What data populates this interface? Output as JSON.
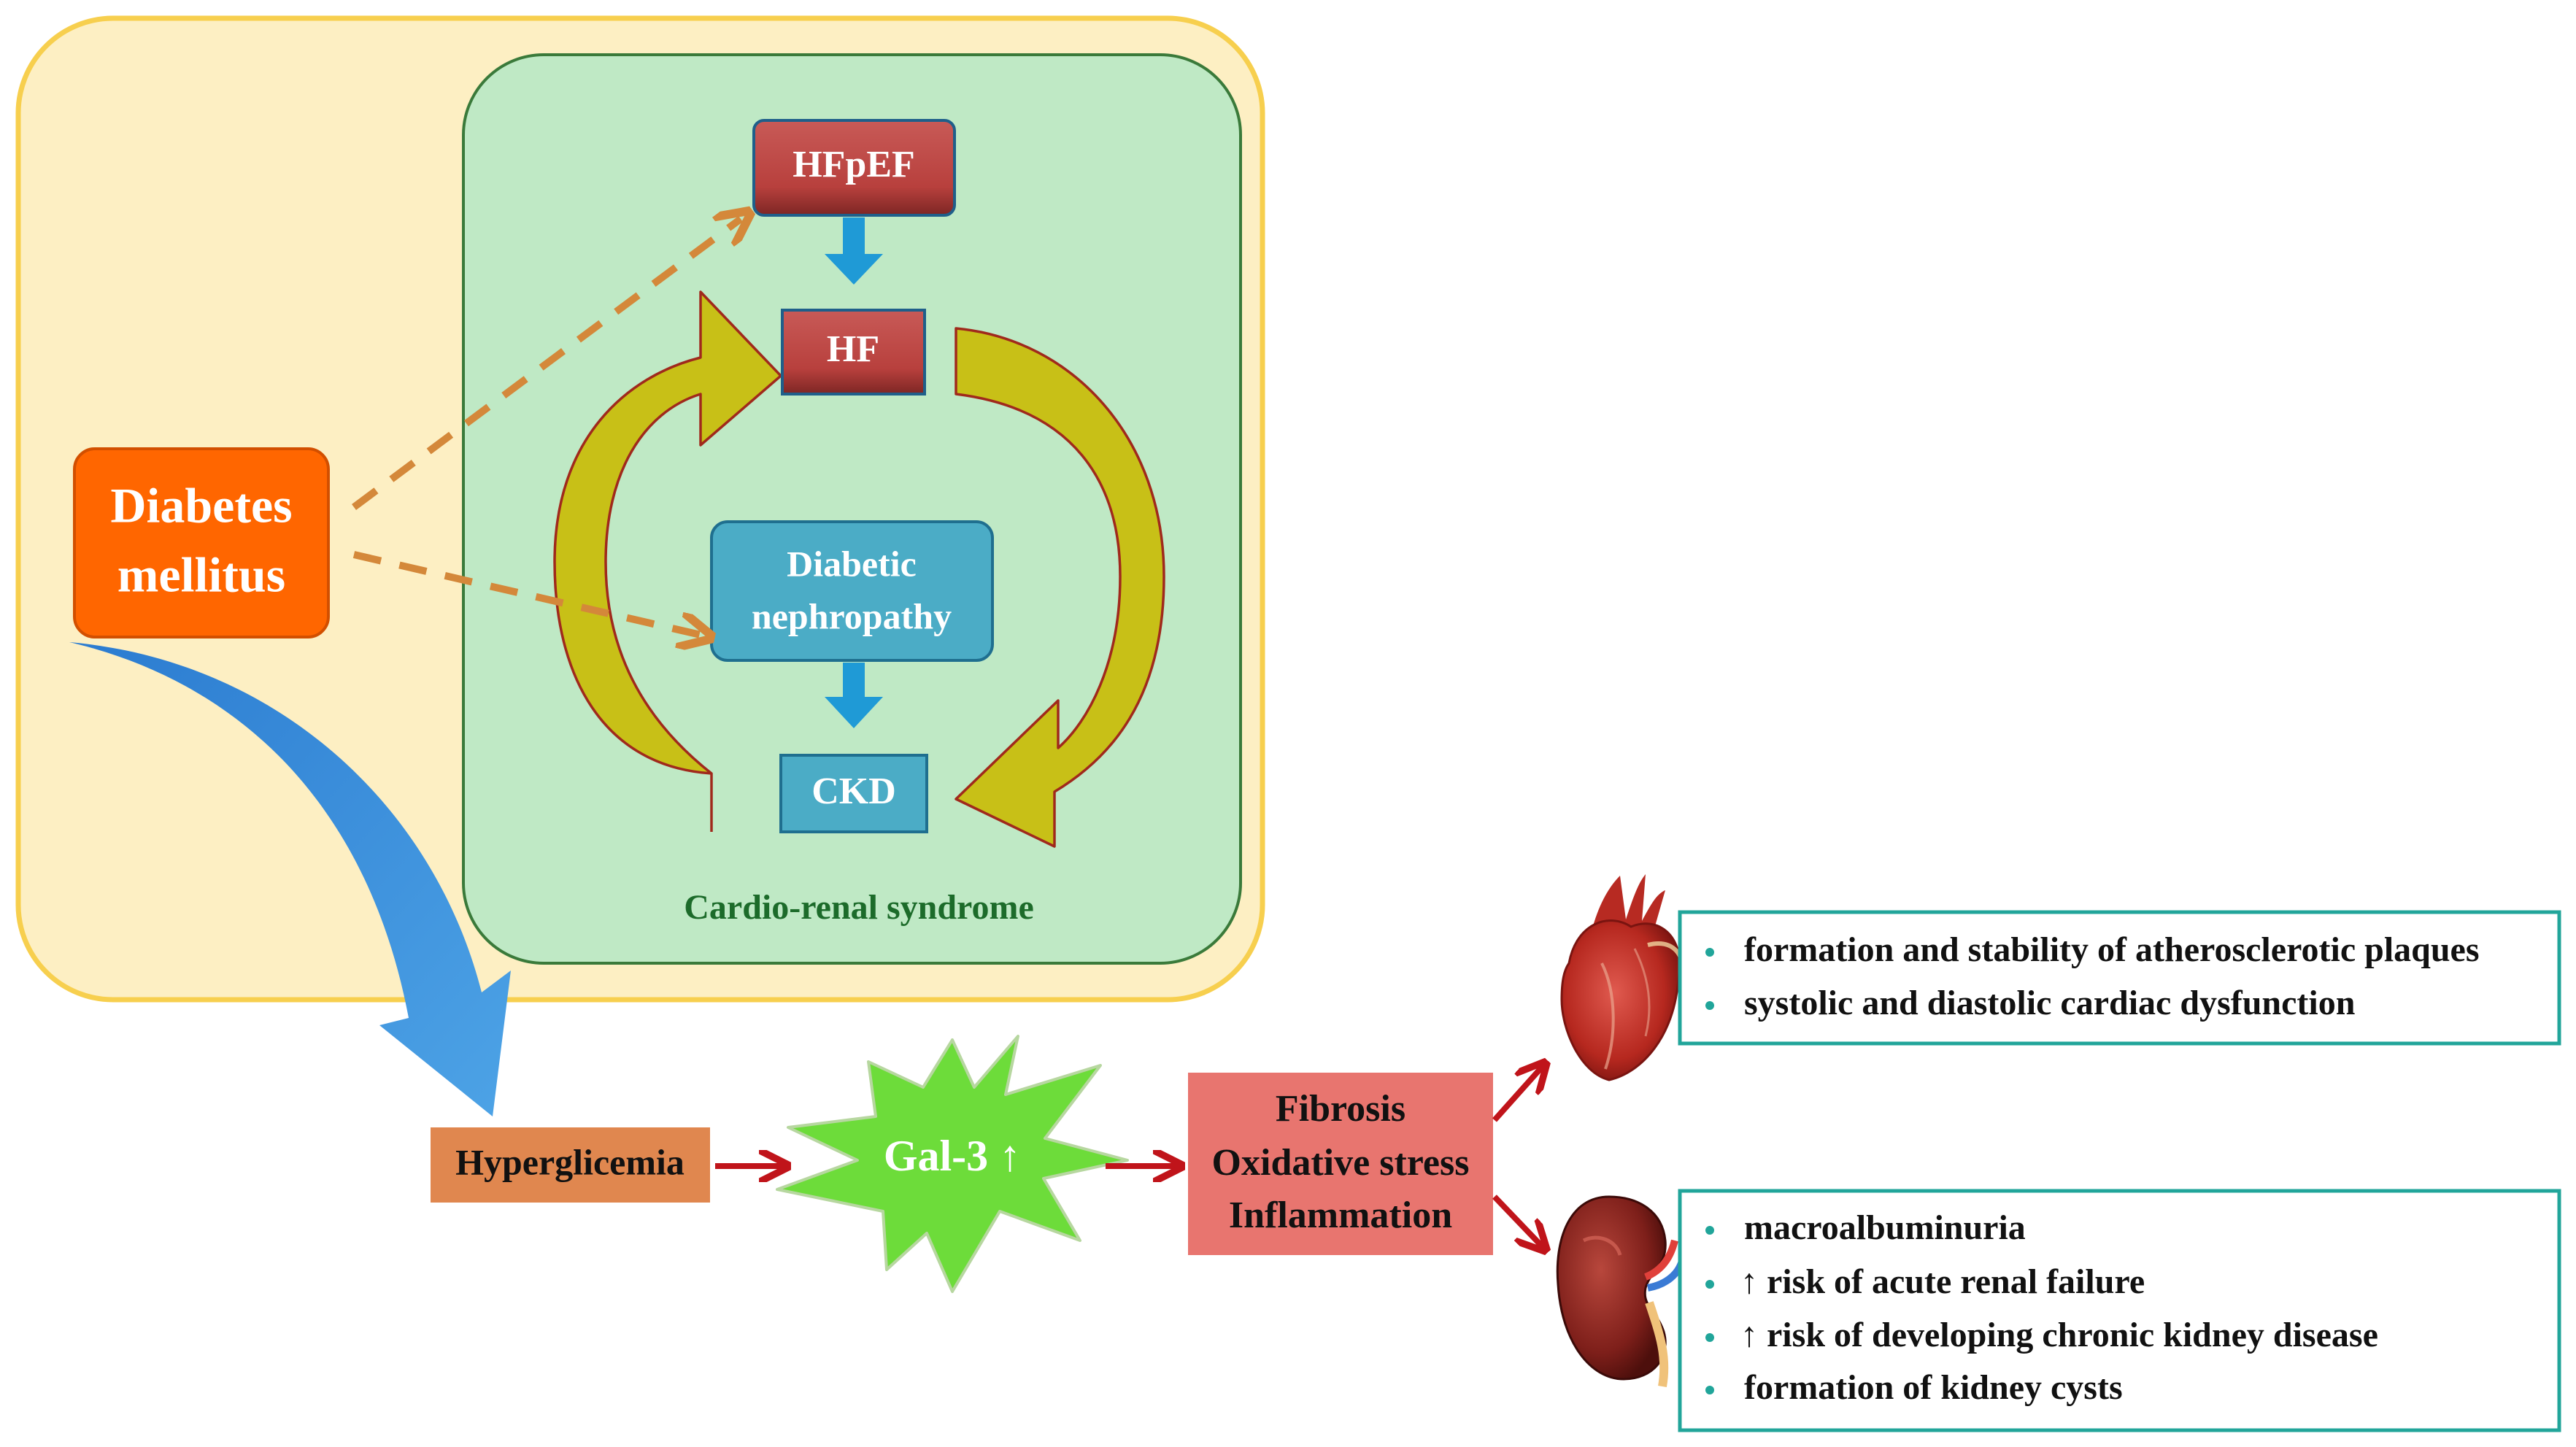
{
  "nodes": {
    "hfpef": "HFpEF",
    "hf": "HF",
    "diabetic_nephropathy": [
      "Diabetic",
      "nephropathy"
    ],
    "ckd": "CKD",
    "diabetes": [
      "Diabetes",
      "mellitus"
    ],
    "cardio_renal_label": "Cardio-renal syndrome",
    "hyperglycemia": "Hyperglicemia",
    "gal3": "Gal-3 ↑",
    "effects": [
      "Fibrosis",
      "Oxidative stress",
      "Inflammation"
    ]
  },
  "heart_outcomes": [
    "formation and stability of atherosclerotic plaques",
    "systolic and diastolic cardiac dysfunction"
  ],
  "kidney_outcomes": [
    "macroalbuminuria",
    "↑ risk of acute renal failure",
    "↑ risk of developing chronic kidney disease",
    "formation of kidney cysts"
  ],
  "icons": {
    "heart": "heart-icon",
    "kidney": "kidney-icon"
  },
  "colors": {
    "outer_panel": "#fdefc3",
    "outer_border": "#f7cf4e",
    "inner_panel": "#bfe9c5",
    "inner_border": "#3a7a3a",
    "cardio_label": "#1c6b2a",
    "hf_box": "#c0504d",
    "kidney_box": "#4bacc6",
    "diabetes_box": "#ff6600",
    "hyperglycemia_box": "#e0874f",
    "gal3_star": "#6ddc3a",
    "effects_box": "#e8756f",
    "cycle_arrow": "#c8c017",
    "dashed_arrow": "#d4883a",
    "blue_arrow": "#2f86d8",
    "red_arrow": "#c0141a",
    "outcome_border": "#21a59a",
    "bullet": "#21a59a"
  }
}
